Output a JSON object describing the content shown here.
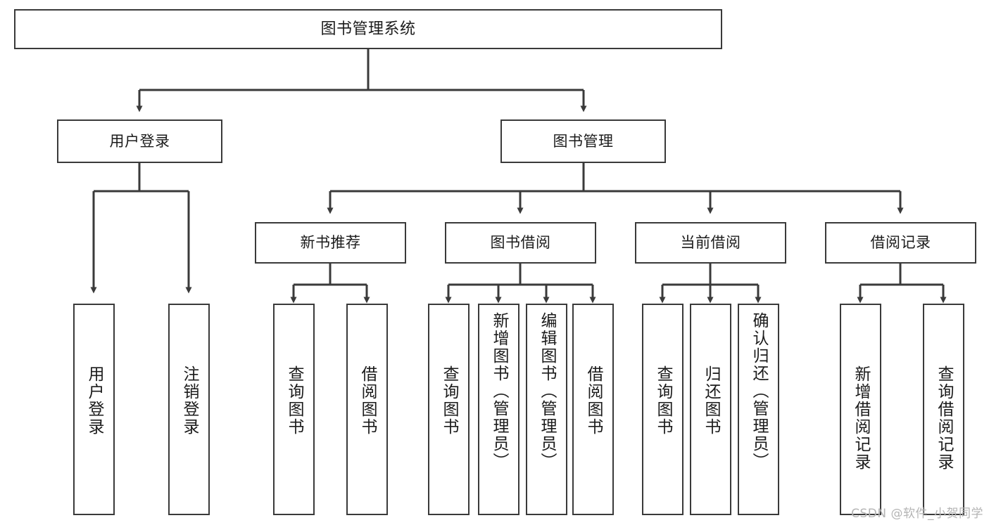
{
  "diagram": {
    "type": "tree-hierarchy-chart",
    "title": "图书管理系统",
    "stroke_color": "#3a3a3a",
    "background_color": "#ffffff",
    "text_color": "#1b1b1b",
    "levels": {
      "root": {
        "label": "图书管理系统"
      },
      "level2": [
        {
          "label": "用户登录"
        },
        {
          "label": "图书管理"
        }
      ],
      "level3": [
        {
          "label": "新书推荐"
        },
        {
          "label": "图书借阅"
        },
        {
          "label": "当前借阅"
        },
        {
          "label": "借阅记录"
        }
      ],
      "leaves": [
        {
          "label": "用户登录",
          "parent": "用户登录"
        },
        {
          "label": "注销登录",
          "parent": "用户登录"
        },
        {
          "label": "查询图书",
          "parent": "新书推荐"
        },
        {
          "label": "借阅图书",
          "parent": "新书推荐"
        },
        {
          "label": "查询图书",
          "parent": "图书借阅"
        },
        {
          "label": "新增图书（管理员）",
          "parent": "图书借阅"
        },
        {
          "label": "编辑图书（管理员）",
          "parent": "图书借阅"
        },
        {
          "label": "借阅图书",
          "parent": "图书借阅"
        },
        {
          "label": "查询图书",
          "parent": "当前借阅"
        },
        {
          "label": "归还图书",
          "parent": "当前借阅"
        },
        {
          "label": "确认归还（管理员）",
          "parent": "当前借阅"
        },
        {
          "label": "新增借阅记录",
          "parent": "借阅记录"
        },
        {
          "label": "查询借阅记录",
          "parent": "借阅记录"
        }
      ]
    },
    "watermark": "CSDN @软件_小贺同学"
  }
}
